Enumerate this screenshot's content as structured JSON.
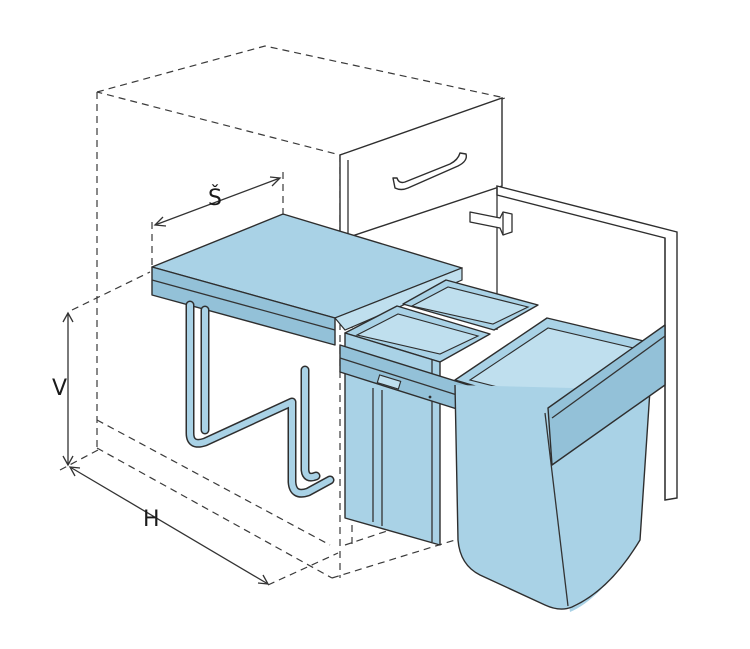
{
  "dimension_labels": {
    "width": "Š",
    "height": "V",
    "depth": "H"
  },
  "colors": {
    "bin_fill": "#a9d2e6",
    "bin_shade": "#93c1d8",
    "bin_light": "#bfdfee",
    "outline": "#2e2e2e",
    "cabinet_dash": "#3a3a3a"
  }
}
